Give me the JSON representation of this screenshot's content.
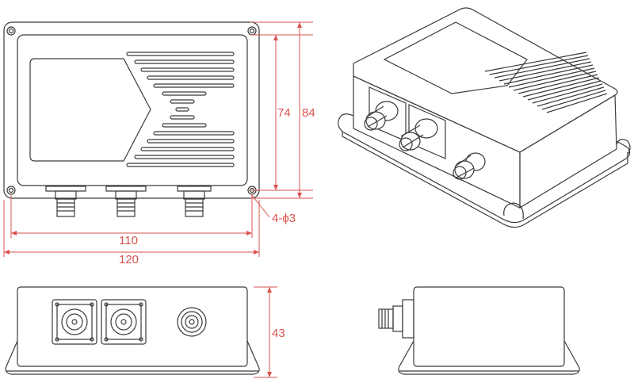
{
  "dimensions": {
    "height_inner": "74",
    "height_outer": "84",
    "holes": "4-ϕ3",
    "width_inner": "110",
    "width_outer": "120",
    "depth": "43"
  },
  "colors": {
    "dimension": "#d9534f",
    "outline": "#3a3a3a"
  },
  "views": [
    "top-view",
    "isometric-view",
    "front-view",
    "side-view"
  ]
}
